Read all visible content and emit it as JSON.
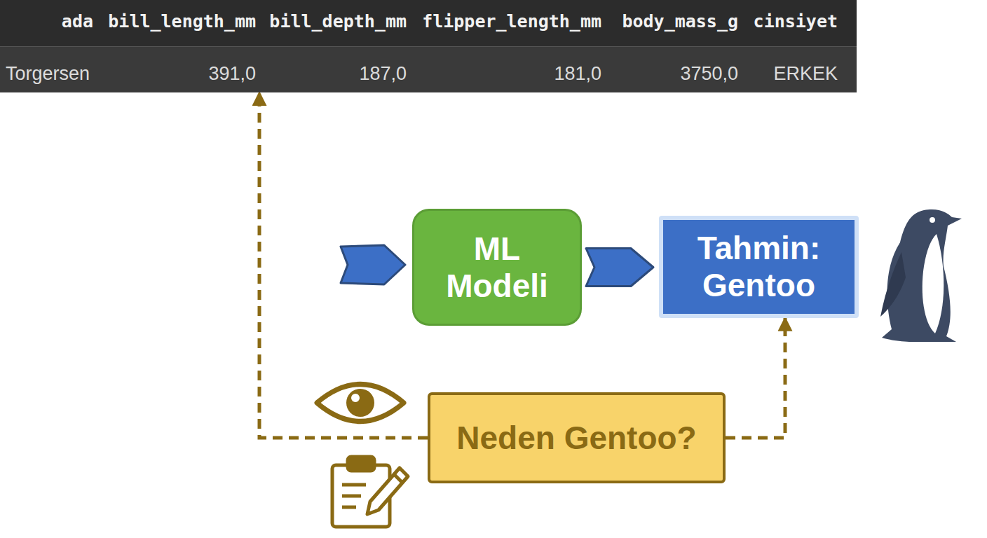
{
  "diagram": {
    "nodes": [
      {
        "text": [
          "ada",
          "bill_length_mm",
          "bill_depth_mm",
          "flipper_length_mm",
          "body_mass_g",
          "cinsiyet",
          "Torgersen",
          "391,0",
          "187,0",
          "181,0",
          "3750,0",
          "ERKEK"
        ]
      },
      {
        "text": [
          "ML Modeli"
        ]
      },
      {
        "text": [
          "Tahmin: Gentoo"
        ]
      },
      {
        "text": [
          "Neden Gentoo?"
        ]
      }
    ],
    "edges": [
      {
        "from": 3,
        "to": 0,
        "arrow": "to"
      },
      {
        "from": 3,
        "to": 2,
        "arrow": "to"
      },
      {
        "from": 1,
        "to": 2,
        "arrow": "to"
      }
    ]
  }
}
